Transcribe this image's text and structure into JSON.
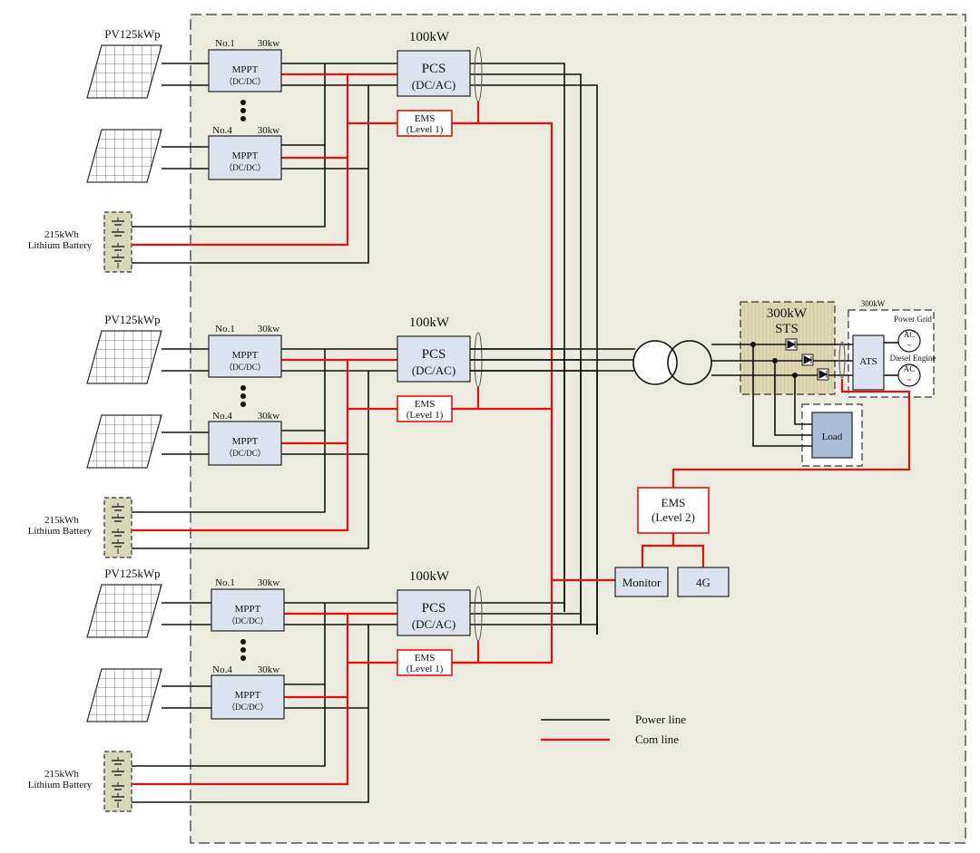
{
  "pv_label": "PV125kWp",
  "mppt_label": "MPPT",
  "mppt_sub": "（DC/DC）",
  "mppt_no1": "No.1",
  "mppt_no4": "No.4",
  "mppt_kw": "30kw",
  "pcs_kw": "100kW",
  "pcs_label": "PCS",
  "pcs_sub": "(DC/AC)",
  "ems1_label": "EMS",
  "ems1_level": "(Level 1)",
  "battery_kwh": "215kWh",
  "battery_type": "Lithium Battery",
  "sts_kw": "300kW",
  "sts_label": "STS",
  "ats_kw": "300kW",
  "ats_label": "ATS",
  "grid_label": "Power Grid",
  "diesel_label": "Diesel Engine",
  "ac_label": "AC",
  "ac_sym": "~",
  "load_label": "Load",
  "ems2_label": "EMS",
  "ems2_level": "(Level 2)",
  "monitor_label": "Monitor",
  "g4_label": "4G",
  "legend": {
    "power": "Power line",
    "com": "Com line"
  },
  "colors": {
    "com_line": "#e8100c",
    "power_line": "#111111",
    "system_bg": "#ebebe0",
    "block_fill": "#dde3ee",
    "load_fill": "#a9bcd8"
  }
}
